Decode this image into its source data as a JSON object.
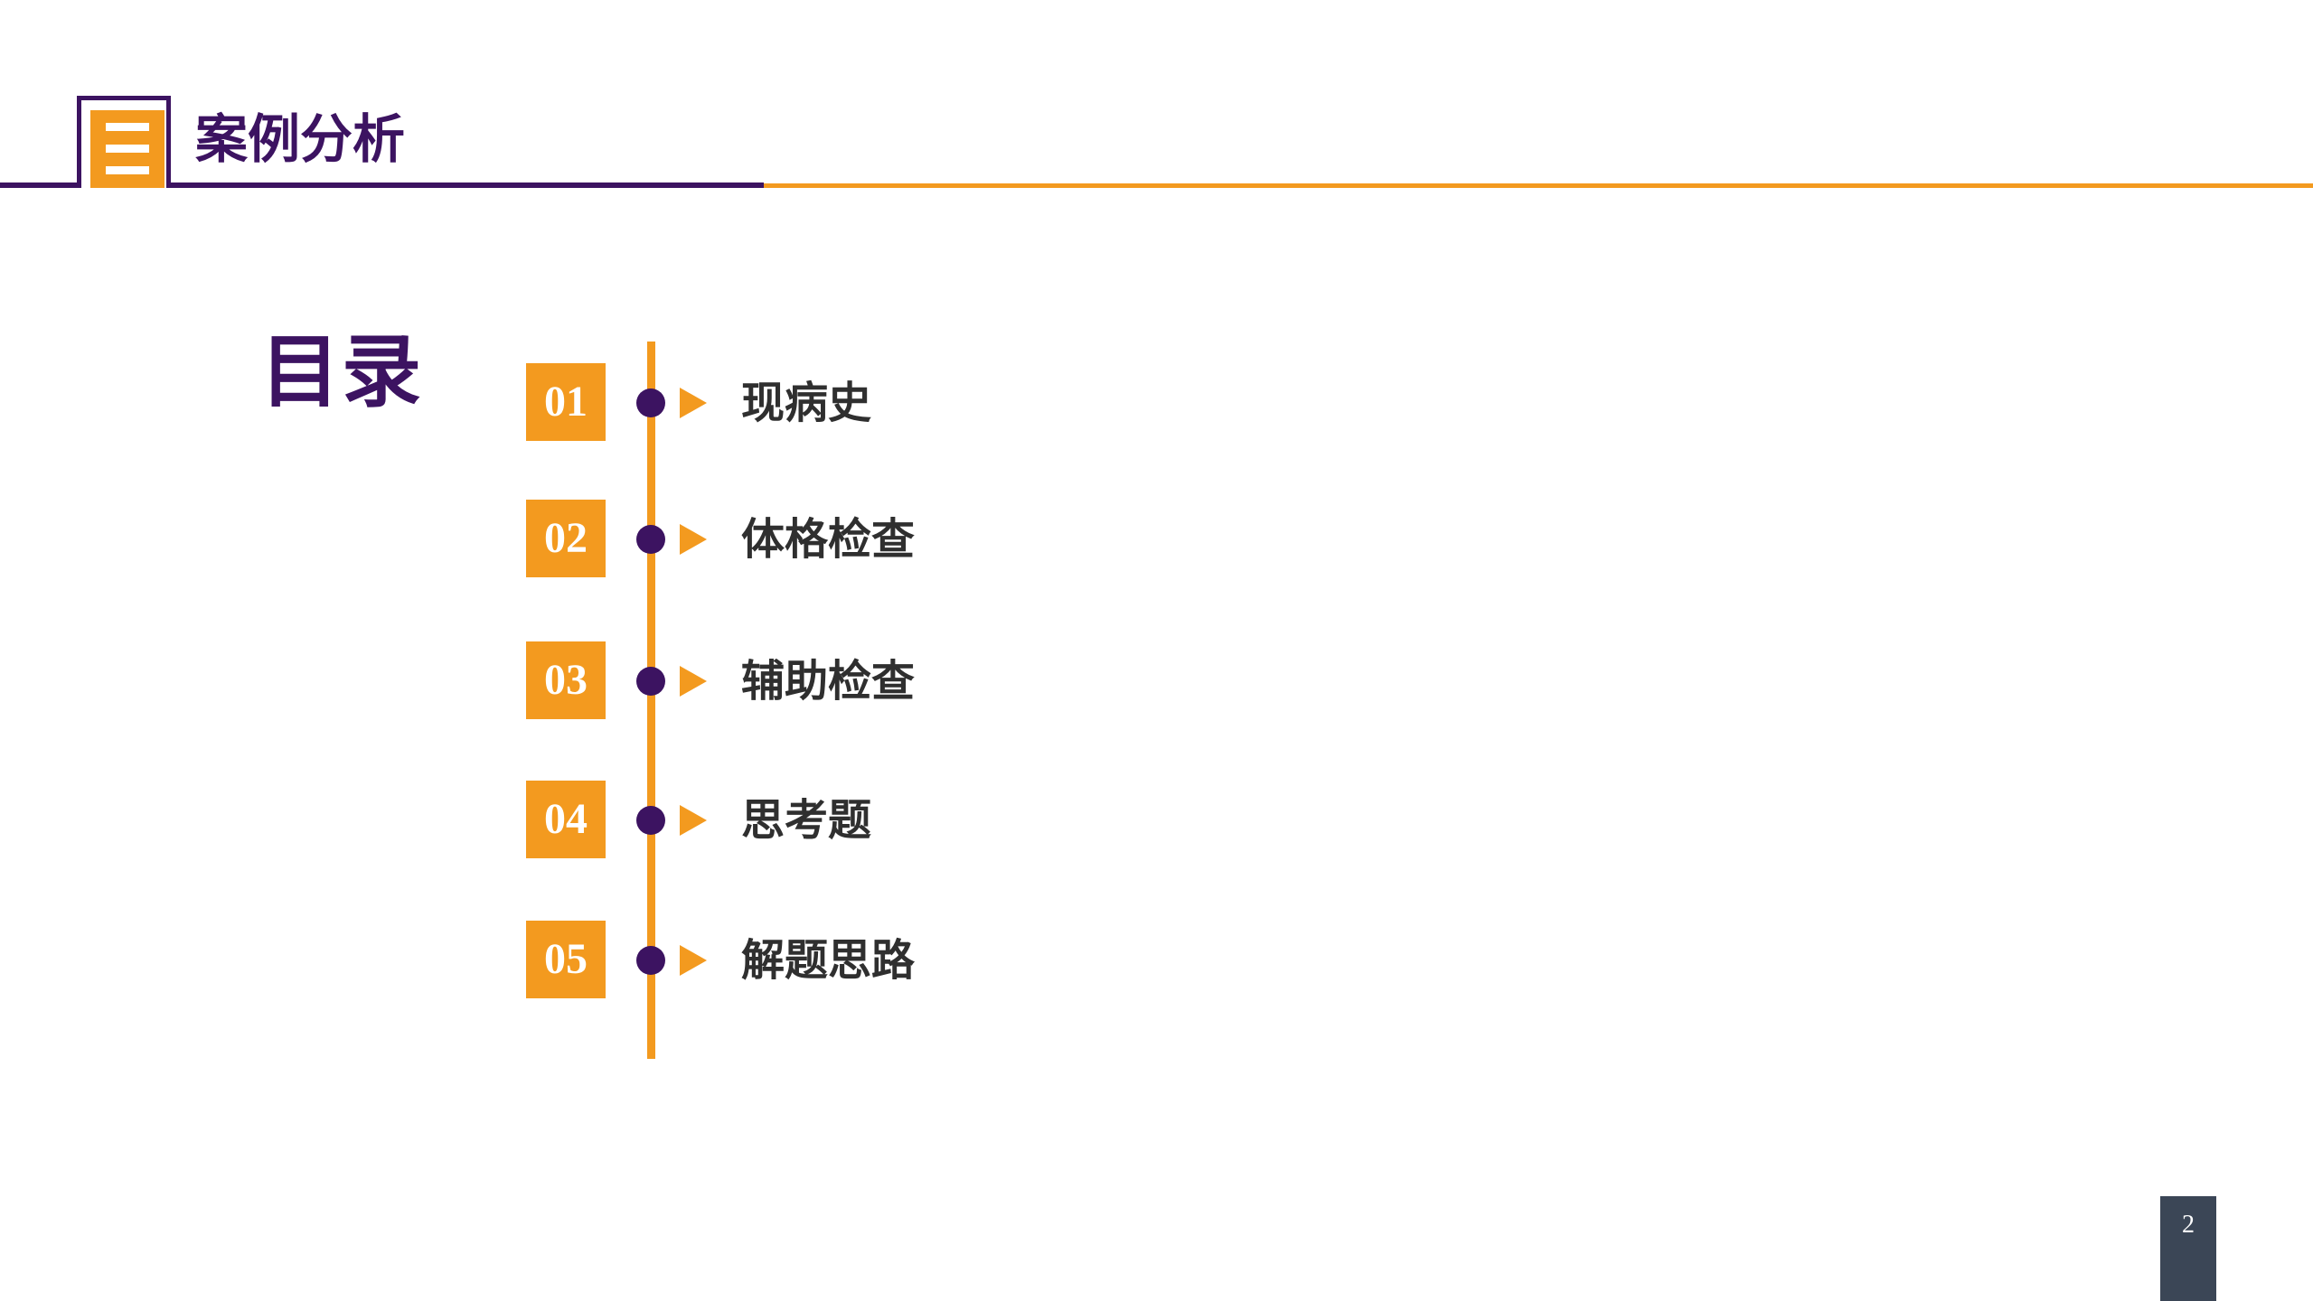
{
  "header": {
    "title": "案例分析",
    "logo_icon": "menu-lines-icon"
  },
  "toc": {
    "title": "目录",
    "items": [
      {
        "number": "01",
        "label": "现病史"
      },
      {
        "number": "02",
        "label": "体格检查"
      },
      {
        "number": "03",
        "label": "辅助检查"
      },
      {
        "number": "04",
        "label": "思考题"
      },
      {
        "number": "05",
        "label": "解题思路"
      }
    ]
  },
  "page": {
    "number": "2"
  },
  "colors": {
    "purple": "#3c1361",
    "orange": "#f39a1f",
    "page_badge": "#3b4656"
  }
}
